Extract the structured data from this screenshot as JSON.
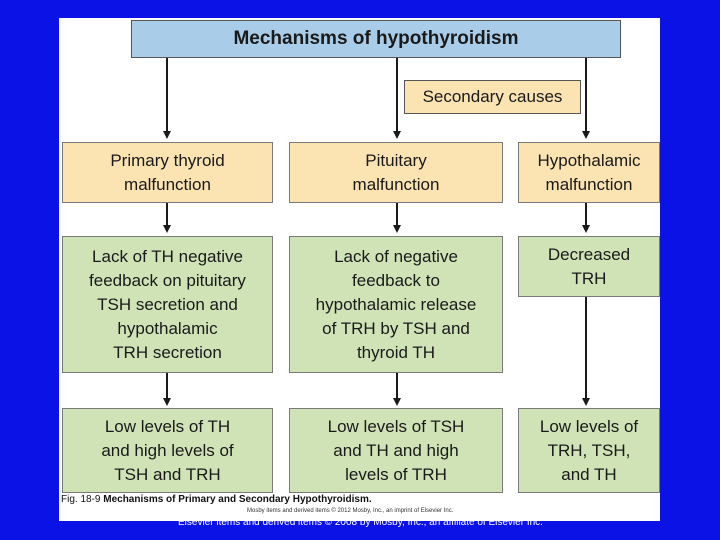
{
  "title": "Mechanisms of hypothyroidism",
  "secondary_label": "Secondary causes",
  "columns": [
    {
      "cause": "Primary thyroid malfunction",
      "mechanism_lines": [
        "Lack of TH negative",
        "feedback on pituitary",
        "TSH secretion and",
        "hypothalamic",
        "TRH secretion"
      ],
      "result_lines": [
        "Low levels of TH",
        "and high levels of",
        "TSH and TRH"
      ]
    },
    {
      "cause": "Pituitary malfunction",
      "mechanism_lines": [
        "Lack of negative",
        "feedback to",
        "hypothalamic release",
        "of TRH by TSH and",
        "thyroid TH"
      ],
      "result_lines": [
        "Low levels of TSH",
        "and TH and high",
        "levels of TRH"
      ]
    },
    {
      "cause": "Hypothalamic malfunction",
      "mechanism_lines": [
        "Decreased",
        "TRH"
      ],
      "result_lines": [
        "Low levels of",
        "TRH, TSH,",
        "and TH"
      ]
    }
  ],
  "caption": {
    "fig_number": "Fig. 18-9",
    "fig_title": "Mechanisms of Primary and Secondary Hypothyroidism."
  },
  "small_credit": "Mosby items and derived items © 2012 Mosby, Inc., an imprint of Elsevier Inc.",
  "footer": "Elsevier items and derived items © 2008 by Mosby, Inc., an affiliate of Elsevier Inc.",
  "colors": {
    "background": "#0b12e6",
    "title_fill": "#a9cce8",
    "cause_fill": "#fbe3b2",
    "mechanism_fill": "#cfe3b6"
  }
}
